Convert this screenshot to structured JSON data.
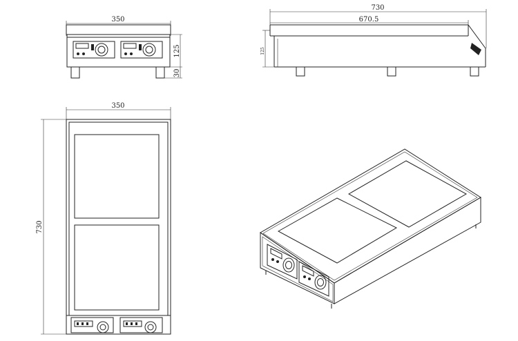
{
  "front_view": {
    "width_label": "350",
    "body_height_label": "125",
    "foot_height_label": "30"
  },
  "side_view": {
    "depth_label": "730",
    "top_depth_label": "670.5",
    "small_height_label": "125"
  },
  "top_view": {
    "width_label": "350",
    "depth_label": "730"
  },
  "colors": {
    "line": "#222222",
    "background": "#ffffff"
  }
}
